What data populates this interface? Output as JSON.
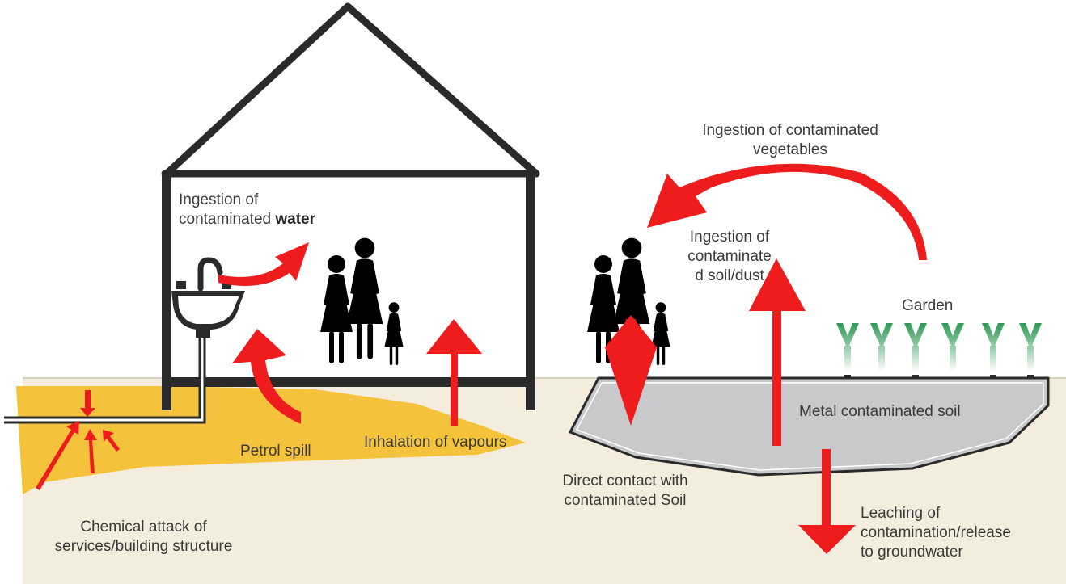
{
  "labels": {
    "water": {
      "line1": "Ingestion of",
      "line2_prefix": "contaminated",
      "line2_bold": "water"
    },
    "vegetables": {
      "line1": "Ingestion of contaminated",
      "line2": "vegetables"
    },
    "soil_dust": {
      "line1": "Ingestion of",
      "line2": "contaminate",
      "line3": "d soil/dust"
    },
    "garden": "Garden",
    "metal_soil": "Metal contaminated soil",
    "petrol_spill": "Petrol spill",
    "inhalation": "Inhalation of vapours",
    "direct_contact": {
      "line1": "Direct contact with",
      "line2": "contaminated Soil"
    },
    "leaching": {
      "line1": "Leaching of",
      "line2": "contamination/release",
      "line3": "to groundwater"
    },
    "chemical_attack": {
      "line1": "Chemical attack of",
      "line2": "services/building structure"
    }
  },
  "colors": {
    "ground": "#f4ecdc",
    "spill": "#f5c33b",
    "metal_soil": "#c7c9ca",
    "arrow": "#ee1c1c",
    "outline": "#2a2a2a",
    "plant": "#2e9a55"
  }
}
